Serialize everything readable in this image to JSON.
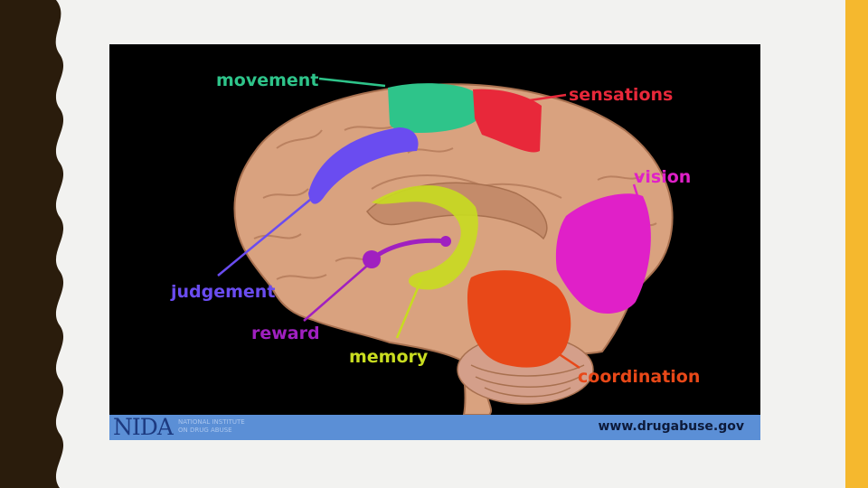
{
  "diagram": {
    "labels": {
      "movement": "movement",
      "sensations": "sensations",
      "vision": "vision",
      "judgement": "judgement",
      "reward": "reward",
      "memory": "memory",
      "coordination": "coordination"
    },
    "colors": {
      "movement": "#2ec48a",
      "sensations": "#e8283a",
      "vision": "#e020c8",
      "judgement": "#6a4cf0",
      "reward": "#a020c0",
      "memory": "#c8dc20",
      "coordination": "#e84818",
      "brain": "#d9a27f"
    }
  },
  "footer": {
    "logo": "NIDA",
    "logo_subtitle": "NATIONAL INSTITUTE ON DRUG ABUSE",
    "url": "www.drugabuse.gov"
  }
}
